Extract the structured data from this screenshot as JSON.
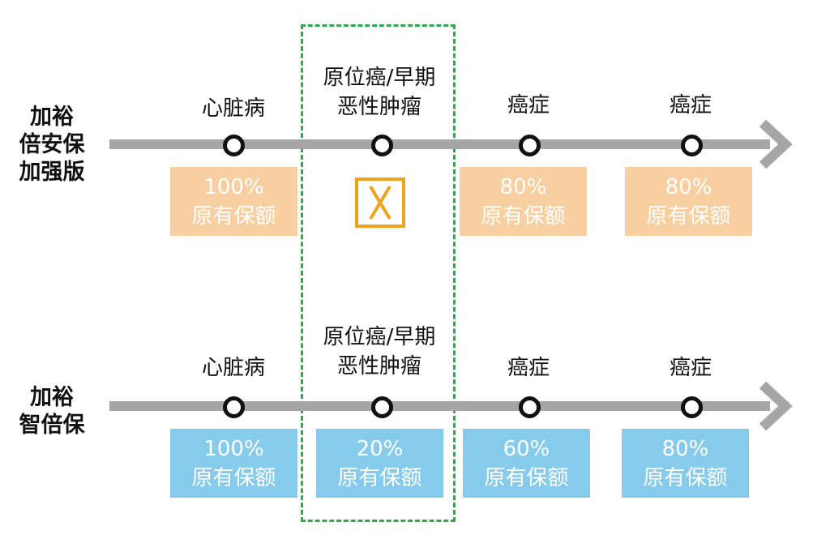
{
  "rows": [
    {
      "product_lines": [
        "加裕",
        "倍安保",
        "加强版"
      ],
      "stages": [
        {
          "label_lines": [
            "心脏病"
          ],
          "pct": "100%",
          "sub": "原有保额",
          "excluded": false
        },
        {
          "label_lines": [
            "原位癌/早期",
            "恶性肿瘤"
          ],
          "pct": "",
          "sub": "",
          "excluded": true
        },
        {
          "label_lines": [
            "癌症"
          ],
          "pct": "80%",
          "sub": "原有保额",
          "excluded": false
        },
        {
          "label_lines": [
            "癌症"
          ],
          "pct": "80%",
          "sub": "原有保额",
          "excluded": false
        }
      ],
      "box_color": "#f8cfa0"
    },
    {
      "product_lines": [
        "加裕",
        "智倍保"
      ],
      "stages": [
        {
          "label_lines": [
            "心脏病"
          ],
          "pct": "100%",
          "sub": "原有保额",
          "excluded": false
        },
        {
          "label_lines": [
            "原位癌/早期",
            "恶性肿瘤"
          ],
          "pct": "20%",
          "sub": "原有保额",
          "excluded": false
        },
        {
          "label_lines": [
            "癌症"
          ],
          "pct": "60%",
          "sub": "原有保额",
          "excluded": false
        },
        {
          "label_lines": [
            "癌症"
          ],
          "pct": "80%",
          "sub": "原有保额",
          "excluded": false
        }
      ],
      "box_color": "#87cbec"
    }
  ],
  "colors": {
    "axis": "#a6a6a6",
    "highlight_dashed": "#2fa84f",
    "exclusion_mark": "#eea31f"
  },
  "icons": {
    "exclusion": "x-box-icon",
    "arrow": "arrow-right-icon"
  }
}
